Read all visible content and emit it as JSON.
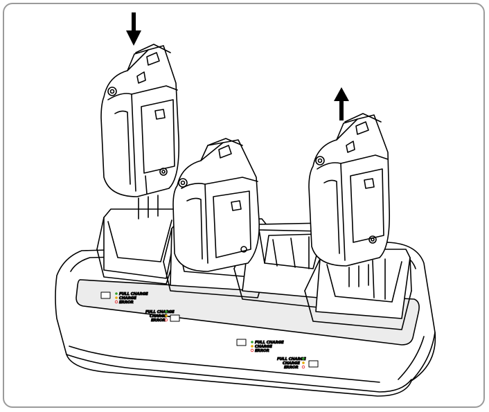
{
  "colors": {
    "frame_border": "#9a9a9a",
    "ink": "#000000",
    "full_charge_led": "#33a02c",
    "charge_led": "#e6a800",
    "error_led": "#e31a1c"
  },
  "bays": [
    {
      "led_labels": {
        "full_charge": "FULL CHARGE",
        "charge": "CHARGE",
        "error": "ERROR"
      },
      "state": "printer-being-inserted",
      "arrow": "down-arrow"
    },
    {
      "led_labels": {
        "full_charge": "FULL CHARGE",
        "charge": "CHARGE",
        "error": "ERROR"
      },
      "state": "printer-docked"
    },
    {
      "led_labels": {
        "full_charge": "FULL CHARGE",
        "charge": "CHARGE",
        "error": "ERROR"
      },
      "state": "empty"
    },
    {
      "led_labels": {
        "full_charge": "FULL CHARGE",
        "charge": "CHARGE",
        "error": "ERROR"
      },
      "state": "printer-being-removed",
      "arrow": "up-arrow"
    }
  ]
}
